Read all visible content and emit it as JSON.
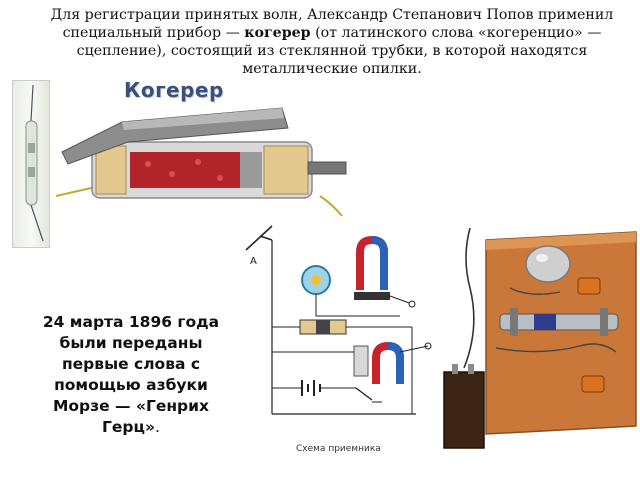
{
  "intro": {
    "part1": "Для регистрации принятых волн, Александр Степанович Попов применил специальный прибор — ",
    "term": "когерер",
    "part2": " (от латинского слова «когеренцио» — сцепление), состоящий из стеклянной трубки, в которой находятся металлические опилки."
  },
  "coherer_title": "Когерер",
  "schema_letter": "A",
  "schema_caption": "Схема приемника",
  "fact": {
    "text": "24 марта 1896 года были переданы первые слова с помощью азбуки Морзе — «Генрих Герц»",
    "dot": "."
  },
  "colors": {
    "title": "#3a4f7a",
    "magnet_red": "#c8232c",
    "magnet_blue": "#2a62b8",
    "board_wood": "#c9783a",
    "cork": "#e3c98f",
    "filings": "#b0242a"
  }
}
